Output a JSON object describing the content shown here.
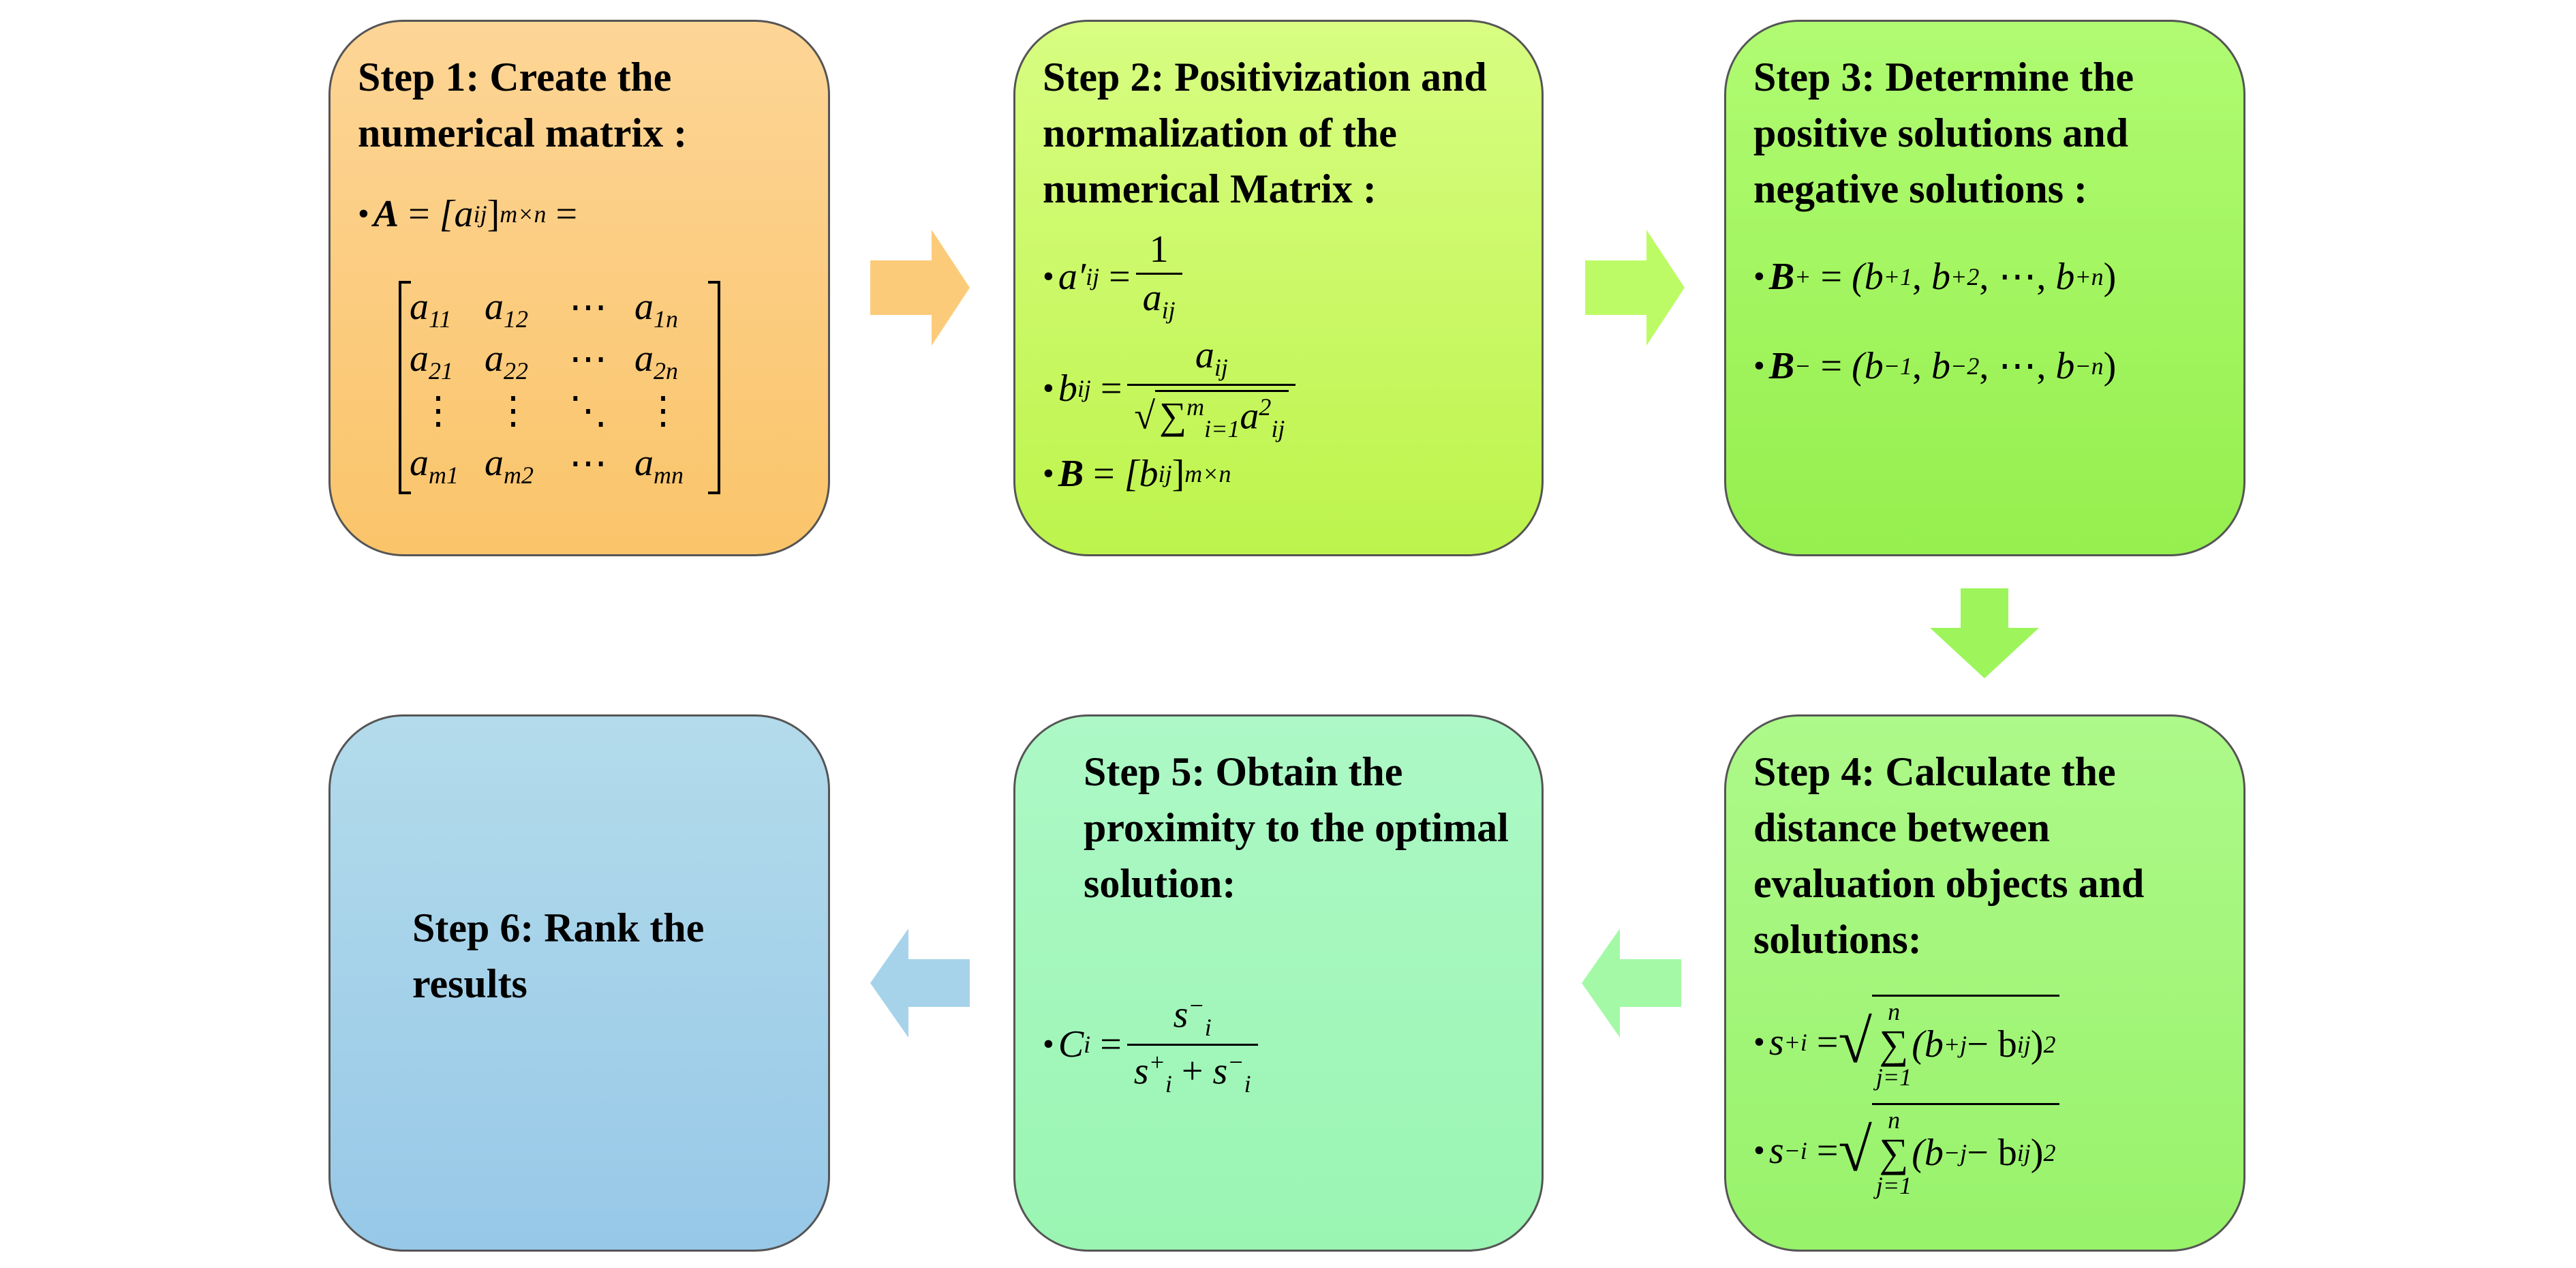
{
  "steps": [
    {
      "title": "Step 1: Create the numerical matrix :"
    },
    {
      "title": "Step 2: Positivization and normalization of the numerical Matrix :"
    },
    {
      "title": "Step 3: Determine the positive solutions and negative solutions :"
    },
    {
      "title": "Step 4: Calculate the distance between evaluation objects and solutions:"
    },
    {
      "title": "Step 5: Obtain the proximity to the optimal solution:"
    },
    {
      "title": "Step 6: Rank the results"
    }
  ],
  "math": {
    "bullet": "•",
    "eq": "=",
    "s1": {
      "A": "A",
      "lhs": "[a",
      "ij": "ij",
      "rb": "]",
      "mxn": "m×n"
    },
    "matrix": [
      {
        "b": "a",
        "s": "11"
      },
      {
        "b": "a",
        "s": "12"
      },
      {
        "b": "⋯",
        "s": ""
      },
      {
        "b": "a",
        "s": "1n"
      },
      {
        "b": "a",
        "s": "21"
      },
      {
        "b": "a",
        "s": "22"
      },
      {
        "b": "⋯",
        "s": ""
      },
      {
        "b": "a",
        "s": "2n"
      },
      {
        "b": "⋮",
        "s": ""
      },
      {
        "b": "⋮",
        "s": ""
      },
      {
        "b": "⋱",
        "s": ""
      },
      {
        "b": "⋮",
        "s": ""
      },
      {
        "b": "a",
        "s": "m1"
      },
      {
        "b": "a",
        "s": "m2"
      },
      {
        "b": "⋯",
        "s": ""
      },
      {
        "b": "a",
        "s": "mn"
      }
    ],
    "s2": {
      "aprime": "a′",
      "ij": "ij",
      "one": "1",
      "a": "a",
      "b": "b",
      "sum": "∑",
      "m": "m",
      "i1": "i=1",
      "sq": "2",
      "B": "B",
      "lb": "[b",
      "rb": "]",
      "mxn": "m×n"
    },
    "s3": {
      "Bp": "B",
      "plus": "+",
      "minus": "−",
      "open": "(b",
      "b": "b",
      "c": ",",
      "dots": "⋯",
      "close": ")",
      "one": "1",
      "two": "2",
      "n": "n"
    },
    "s4": {
      "s": "s",
      "i": "i",
      "plus": "+",
      "minus": "−",
      "sum": "∑",
      "n": "n",
      "j1": "j=1",
      "open": "(b",
      "j": "j",
      "mid": " − b",
      "ij": "ij",
      "close": ")",
      "sq": "2"
    },
    "s5": {
      "C": "C",
      "i": "i",
      "s": "s",
      "plus": "+",
      "minus": "−",
      "op": " + "
    }
  }
}
